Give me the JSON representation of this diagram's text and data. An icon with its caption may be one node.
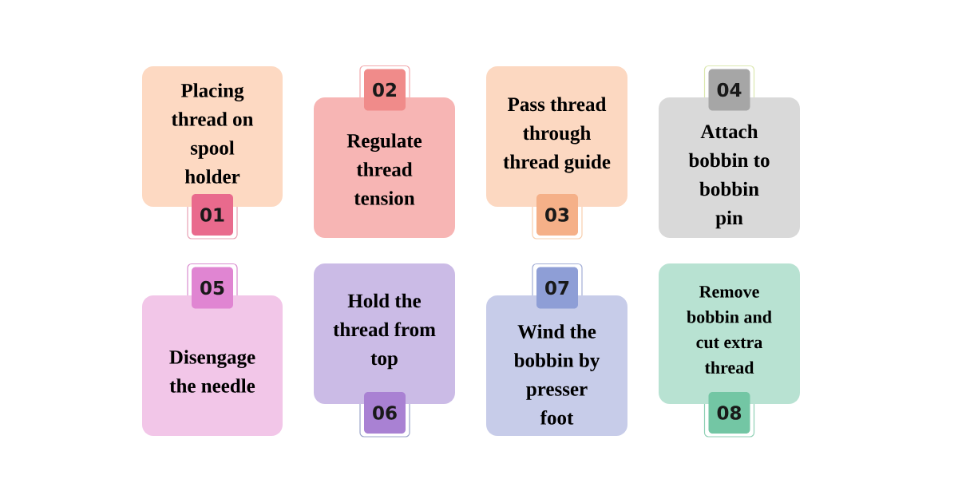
{
  "diagram": {
    "nodes": [
      {
        "text": [
          "Placing thread on spool holder"
        ]
      },
      {
        "text": [
          "01"
        ]
      },
      {
        "text": [
          "02"
        ]
      },
      {
        "text": [
          "Regulate thread tension"
        ]
      },
      {
        "text": [
          "Pass thread through thread guide"
        ]
      },
      {
        "text": [
          "03"
        ]
      },
      {
        "text": [
          "04"
        ]
      },
      {
        "text": [
          "Attach bobbin to bobbin pin"
        ]
      },
      {
        "text": [
          "05"
        ]
      },
      {
        "text": [
          "Disengage the needle"
        ]
      },
      {
        "text": [
          "Hold the thread from top"
        ]
      },
      {
        "text": [
          "06"
        ]
      },
      {
        "text": [
          "07"
        ]
      },
      {
        "text": [
          "Wind the bobbin by presser foot"
        ]
      },
      {
        "text": [
          "Remove bobbin and cut extra thread"
        ]
      },
      {
        "text": [
          "08"
        ]
      }
    ]
  }
}
